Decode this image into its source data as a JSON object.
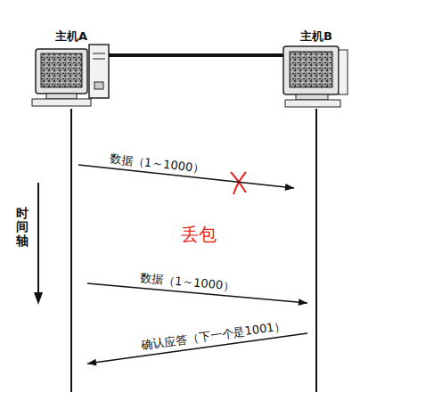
{
  "diagram": {
    "nodes": [
      {
        "text": [
          "主机A"
        ]
      },
      {
        "text": [
          "主机B"
        ]
      }
    ],
    "edges": [
      {
        "from": 0,
        "to": 1,
        "arrow": "to",
        "label": "数据（1～1000）"
      },
      {
        "from": 0,
        "to": 1,
        "arrow": "to",
        "label": "数据（1～1000）"
      },
      {
        "from": 1,
        "to": 0,
        "arrow": "to",
        "label": "确认应答（下一个是1001）"
      }
    ],
    "labels": [
      "时间轴",
      "丢包"
    ]
  }
}
